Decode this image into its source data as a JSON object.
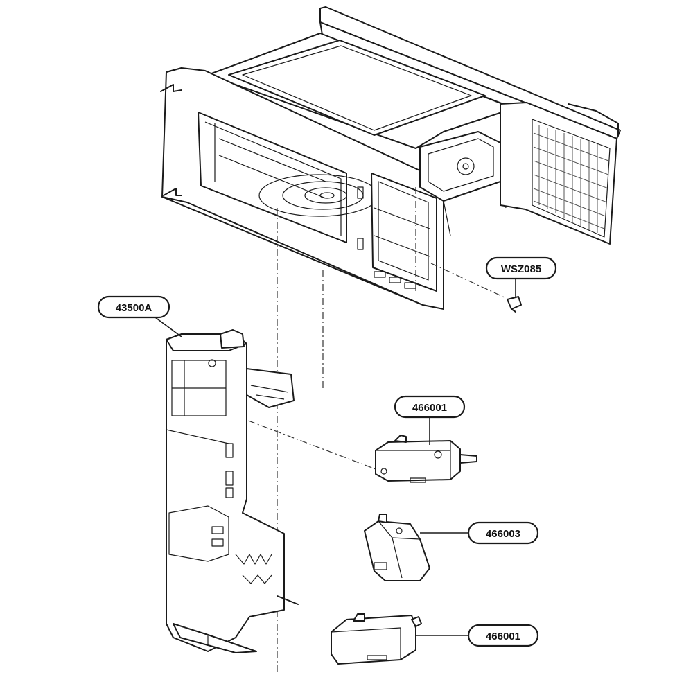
{
  "diagram": {
    "callouts": [
      {
        "id": "cal-wsz085",
        "text": "WSZ085"
      },
      {
        "id": "cal-43500a",
        "text": "43500A"
      },
      {
        "id": "cal-466001-top",
        "text": "466001"
      },
      {
        "id": "cal-466003",
        "text": "466003"
      },
      {
        "id": "cal-466001-bottom",
        "text": "466001"
      }
    ]
  }
}
